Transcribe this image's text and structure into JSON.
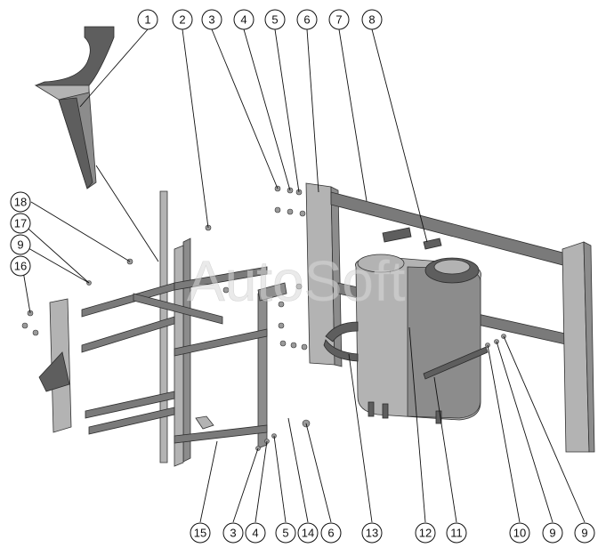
{
  "watermark": "AutoSoft",
  "callouts": {
    "c1": "1",
    "c2": "2",
    "c3": "3",
    "c4": "4",
    "c5": "5",
    "c6": "6",
    "c7": "7",
    "c8": "8",
    "c9a": "9",
    "c9b": "9",
    "c9c": "9",
    "c10": "10",
    "c11": "11",
    "c12": "12",
    "c13": "13",
    "c14": "14",
    "c15": "15",
    "c16": "16",
    "c17": "17",
    "c18": "18",
    "c3b": "3",
    "c4b": "4",
    "c5b": "5",
    "c6b": "6"
  }
}
